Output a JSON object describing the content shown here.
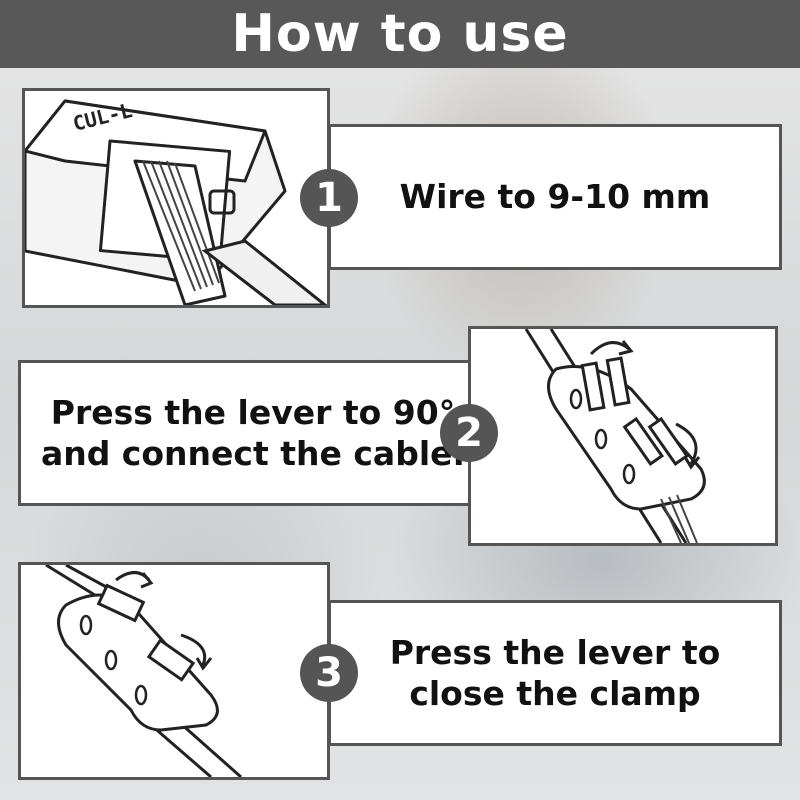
{
  "header": {
    "title": "How to use"
  },
  "steps": [
    {
      "number": "1",
      "text_lines": [
        "Wire to 9-10 mm"
      ],
      "illustration_label": "CUL-L"
    },
    {
      "number": "2",
      "text_lines": [
        "Press the lever to 90°",
        "and connect the cable."
      ]
    },
    {
      "number": "3",
      "text_lines": [
        "Press the lever to",
        "close the clamp"
      ]
    }
  ],
  "colors": {
    "header_bg": "#585858",
    "border": "#555555",
    "badge_bg": "#555555"
  }
}
